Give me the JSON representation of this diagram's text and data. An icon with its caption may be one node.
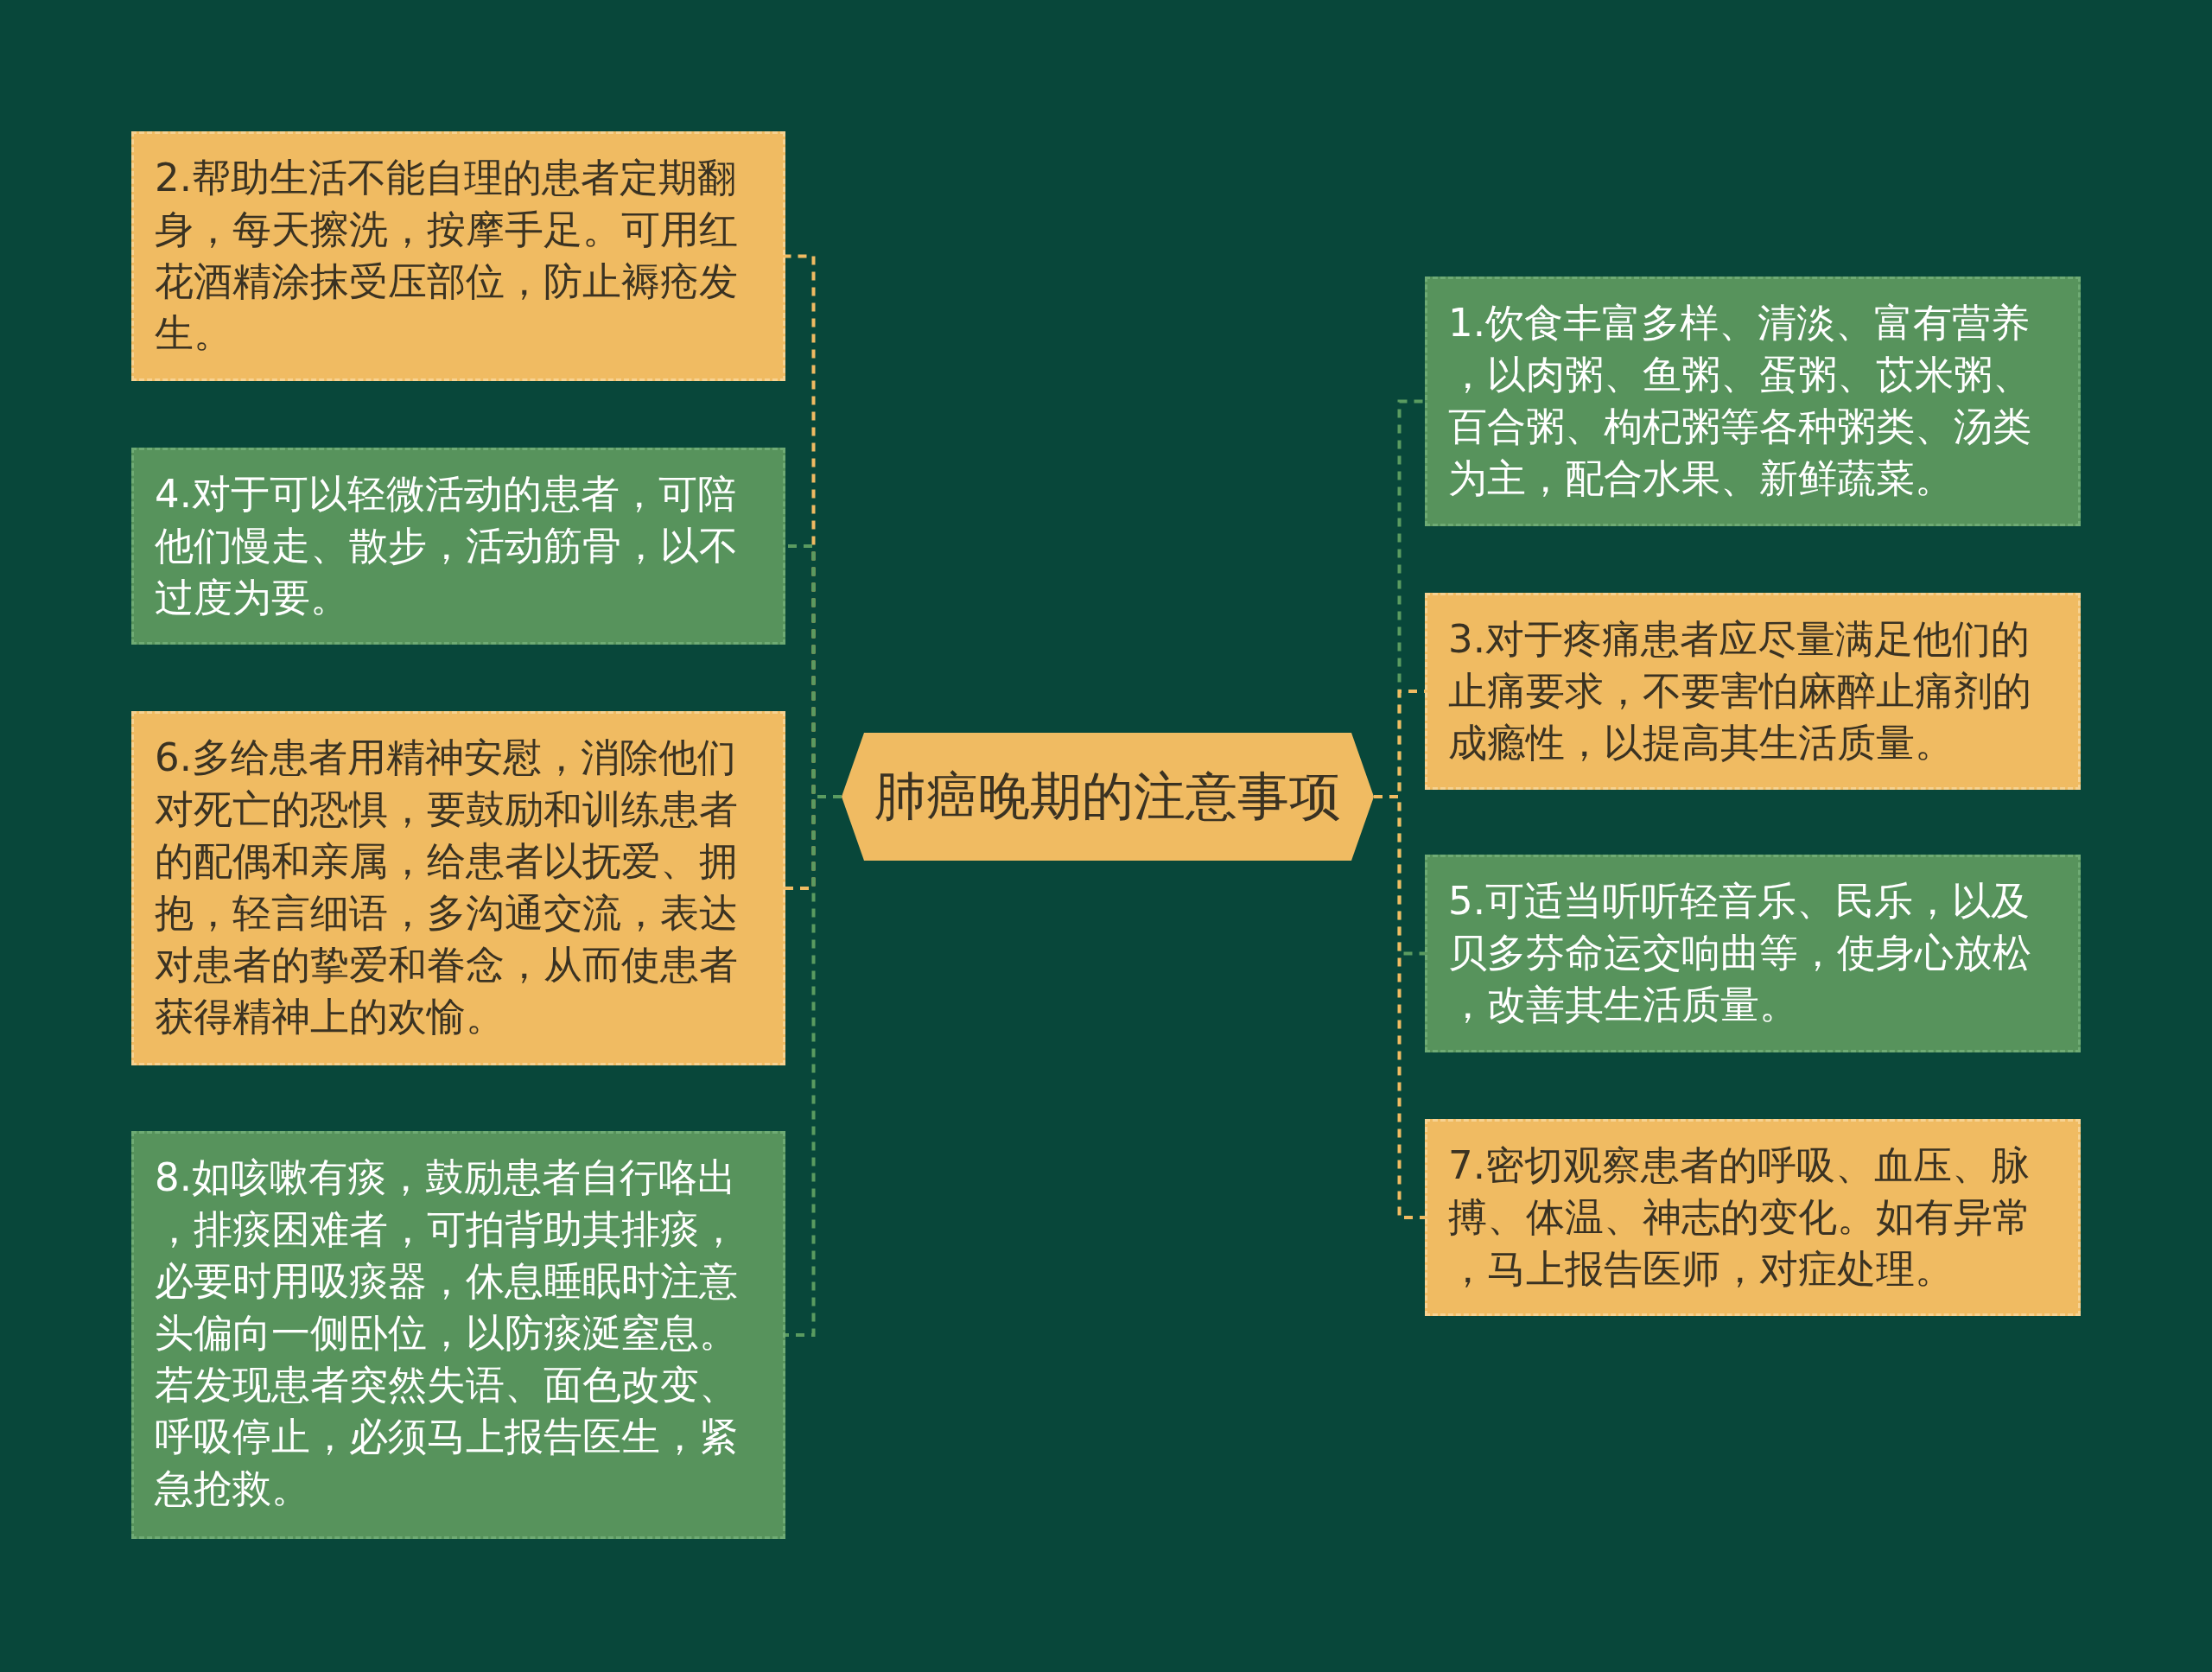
{
  "diagram": {
    "nodes": [
      {
        "text": [
          "肺癌晚期的注意事项"
        ]
      },
      {
        "text": [
          "1.饮食丰富多样、清淡、富有营养，以肉粥、鱼粥、蛋粥、苡米粥、百合粥、枸杞粥等各种粥类、汤类为主，配合水果、新鲜蔬菜。"
        ]
      },
      {
        "text": [
          "2.帮助生活不能自理的患者定期翻身，每天擦洗，按摩手足。可用红花酒精涂抹受压部位，防止褥疮发生。"
        ]
      },
      {
        "text": [
          "3.对于疼痛患者应尽量满足他们的止痛要求，不要害怕麻醉止痛剂的成瘾性，以提高其生活质量。"
        ]
      },
      {
        "text": [
          "4.对于可以轻微活动的患者，可陪他们慢走、散步，活动筋骨，以不过度为要。"
        ]
      },
      {
        "text": [
          "5.可适当听听轻音乐、民乐，以及贝多芬命运交响曲等，使身心放松，改善其生活质量。"
        ]
      },
      {
        "text": [
          "6.多给患者用精神安慰，消除他们对死亡的恐惧，要鼓励和训练患者的配偶和亲属，给患者以抚爱、拥抱，轻言细语，多沟通交流，表达对患者的挚爱和眷念，从而使患者获得精神上的欢愉。"
        ]
      },
      {
        "text": [
          "7.密切观察患者的呼吸、血压、脉搏、体温、神志的变化。如有异常，马上报告医师，对症处理。"
        ]
      },
      {
        "text": [
          "8.如咳嗽有痰，鼓励患者自行咯出，排痰困难者，可拍背助其排痰，必要时用吸痰器，休息睡眠时注意头偏向一侧卧位，以防痰涎窒息。若发现患者突然失语、面色改变、呼吸停止，必须马上报告医生，紧急抢救。"
        ]
      }
    ],
    "edges": [
      {
        "from": 0,
        "to": 1,
        "arrow": "none",
        "style": "dashed",
        "color": "#5a9b60"
      },
      {
        "from": 0,
        "to": 2,
        "arrow": "none",
        "style": "dashed",
        "color": "#f0bb62"
      },
      {
        "from": 0,
        "to": 3,
        "arrow": "none",
        "style": "dashed",
        "color": "#f0bb62"
      },
      {
        "from": 0,
        "to": 4,
        "arrow": "none",
        "style": "dashed",
        "color": "#5a9b60"
      },
      {
        "from": 0,
        "to": 5,
        "arrow": "none",
        "style": "dashed",
        "color": "#5a9b60"
      },
      {
        "from": 0,
        "to": 6,
        "arrow": "none",
        "style": "dashed",
        "color": "#f0bb62"
      },
      {
        "from": 0,
        "to": 7,
        "arrow": "none",
        "style": "dashed",
        "color": "#f0bb62"
      },
      {
        "from": 0,
        "to": 8,
        "arrow": "none",
        "style": "dashed",
        "color": "#5a9b60"
      }
    ]
  }
}
